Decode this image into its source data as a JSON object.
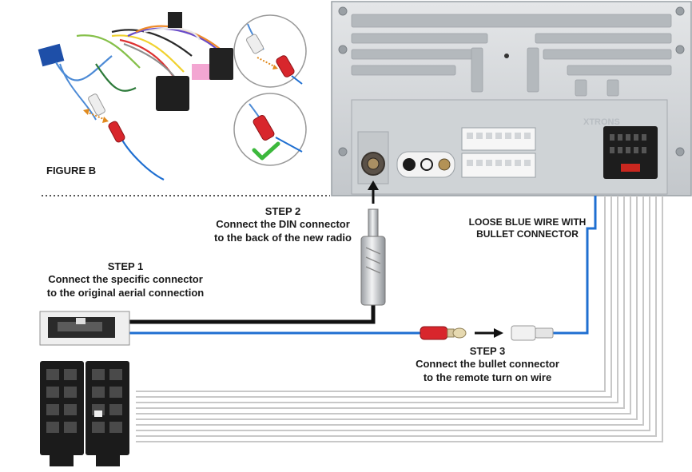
{
  "figure_label": "FIGURE B",
  "brand": "XTRONS",
  "step1": {
    "title": "STEP 1",
    "line1": "Connect the specific connector",
    "line2": "to the original aerial connection"
  },
  "step2": {
    "title": "STEP 2",
    "line1": "Connect the DIN connector",
    "line2": "to the back of the new radio"
  },
  "step3": {
    "title": "STEP 3",
    "line1": "Connect the bullet connector",
    "line2": "to the remote turn on wire"
  },
  "loose_wire": {
    "line1": "LOOSE BLUE WIRE WITH",
    "line2": "BULLET CONNECTOR"
  },
  "colors": {
    "blue_wire": "#1f6fd1",
    "black_wire": "#111111",
    "grey_wire": "#c8c8c8",
    "radio_body": "#d6d9dc",
    "red_connector": "#d8262c",
    "check_green": "#3cb83c",
    "dotted_arrow": "#e08a1e"
  }
}
